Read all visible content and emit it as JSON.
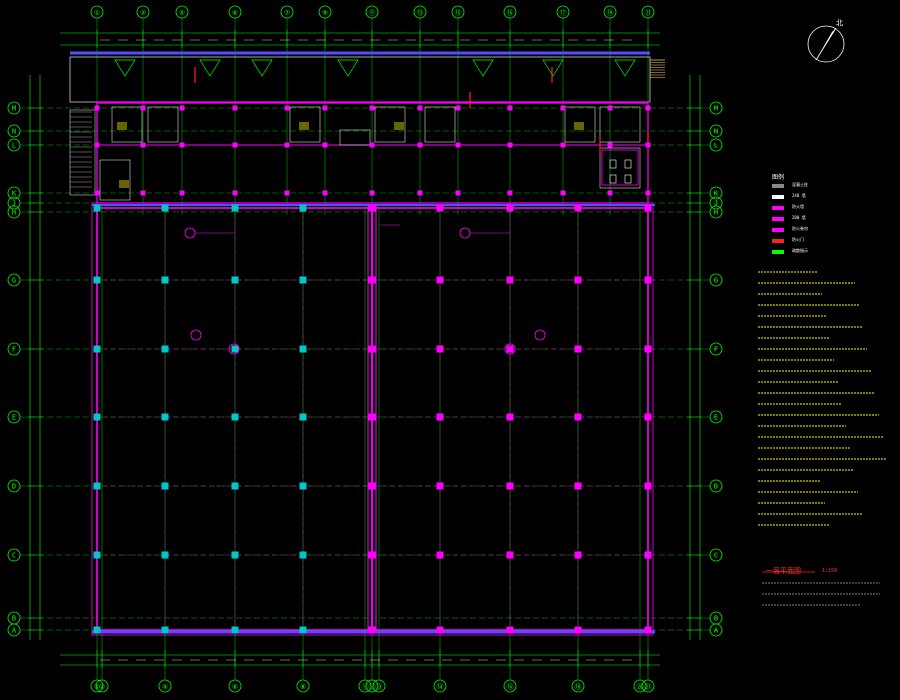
{
  "north_label": "北",
  "colors": {
    "background": "#000000",
    "grid": "#00ff00",
    "structure": "#ff00ff",
    "column_cyan": "#00c8c8",
    "wall_blue": "#5050ff",
    "text_yellow": "#ffff00",
    "red": "#ff2020",
    "white": "#ffffff"
  },
  "axes_top": [
    "①",
    "③",
    "⑤",
    "⑥",
    "⑦",
    "⑨",
    "⑪",
    "⑬",
    "⑮",
    "⑯",
    "⑰",
    "⑲",
    "㉑"
  ],
  "axes_bottom": [
    "①",
    "②",
    "④",
    "⑥",
    "⑧",
    "⑪",
    "⑫",
    "⑬",
    "⑭",
    "⑯",
    "⑱",
    "⑳",
    "㉑"
  ],
  "axes_rows": [
    "M",
    "N",
    "L",
    "K",
    "J",
    "H",
    "G",
    "F",
    "E",
    "D",
    "C",
    "B",
    "A"
  ],
  "legend_title": "图例",
  "legend_items": [
    {
      "color": "#888888",
      "label": "混凝土柱"
    },
    {
      "color": "#ffffff",
      "label": "240 墙"
    },
    {
      "color": "#ff00ff",
      "label": "防火墙"
    },
    {
      "color": "#ff00ff",
      "label": "200 墙"
    },
    {
      "color": "#ff00ff",
      "label": "防火卷帘"
    },
    {
      "color": "#ff2020",
      "label": "防火门"
    },
    {
      "color": "#00ff00",
      "label": "疏散指示"
    }
  ],
  "drawing_title": "一层平面图",
  "drawing_scale": "1:150"
}
